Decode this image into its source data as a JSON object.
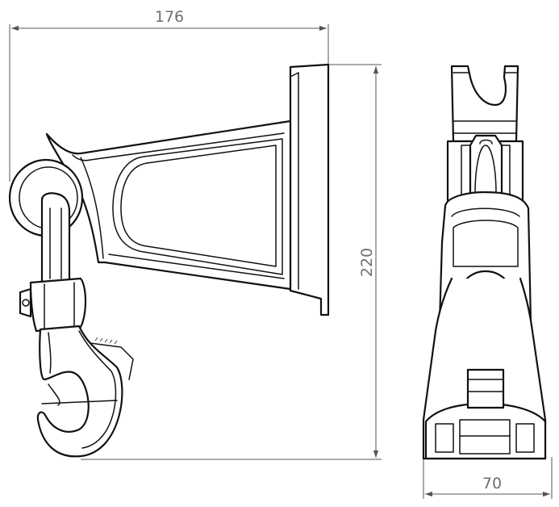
{
  "dimensions": {
    "width_side": "176",
    "height": "220",
    "width_front": "70"
  },
  "colors": {
    "line": "#111111",
    "dimension": "#555555",
    "dimension_text": "#6e6e6e",
    "background": "#ffffff"
  }
}
